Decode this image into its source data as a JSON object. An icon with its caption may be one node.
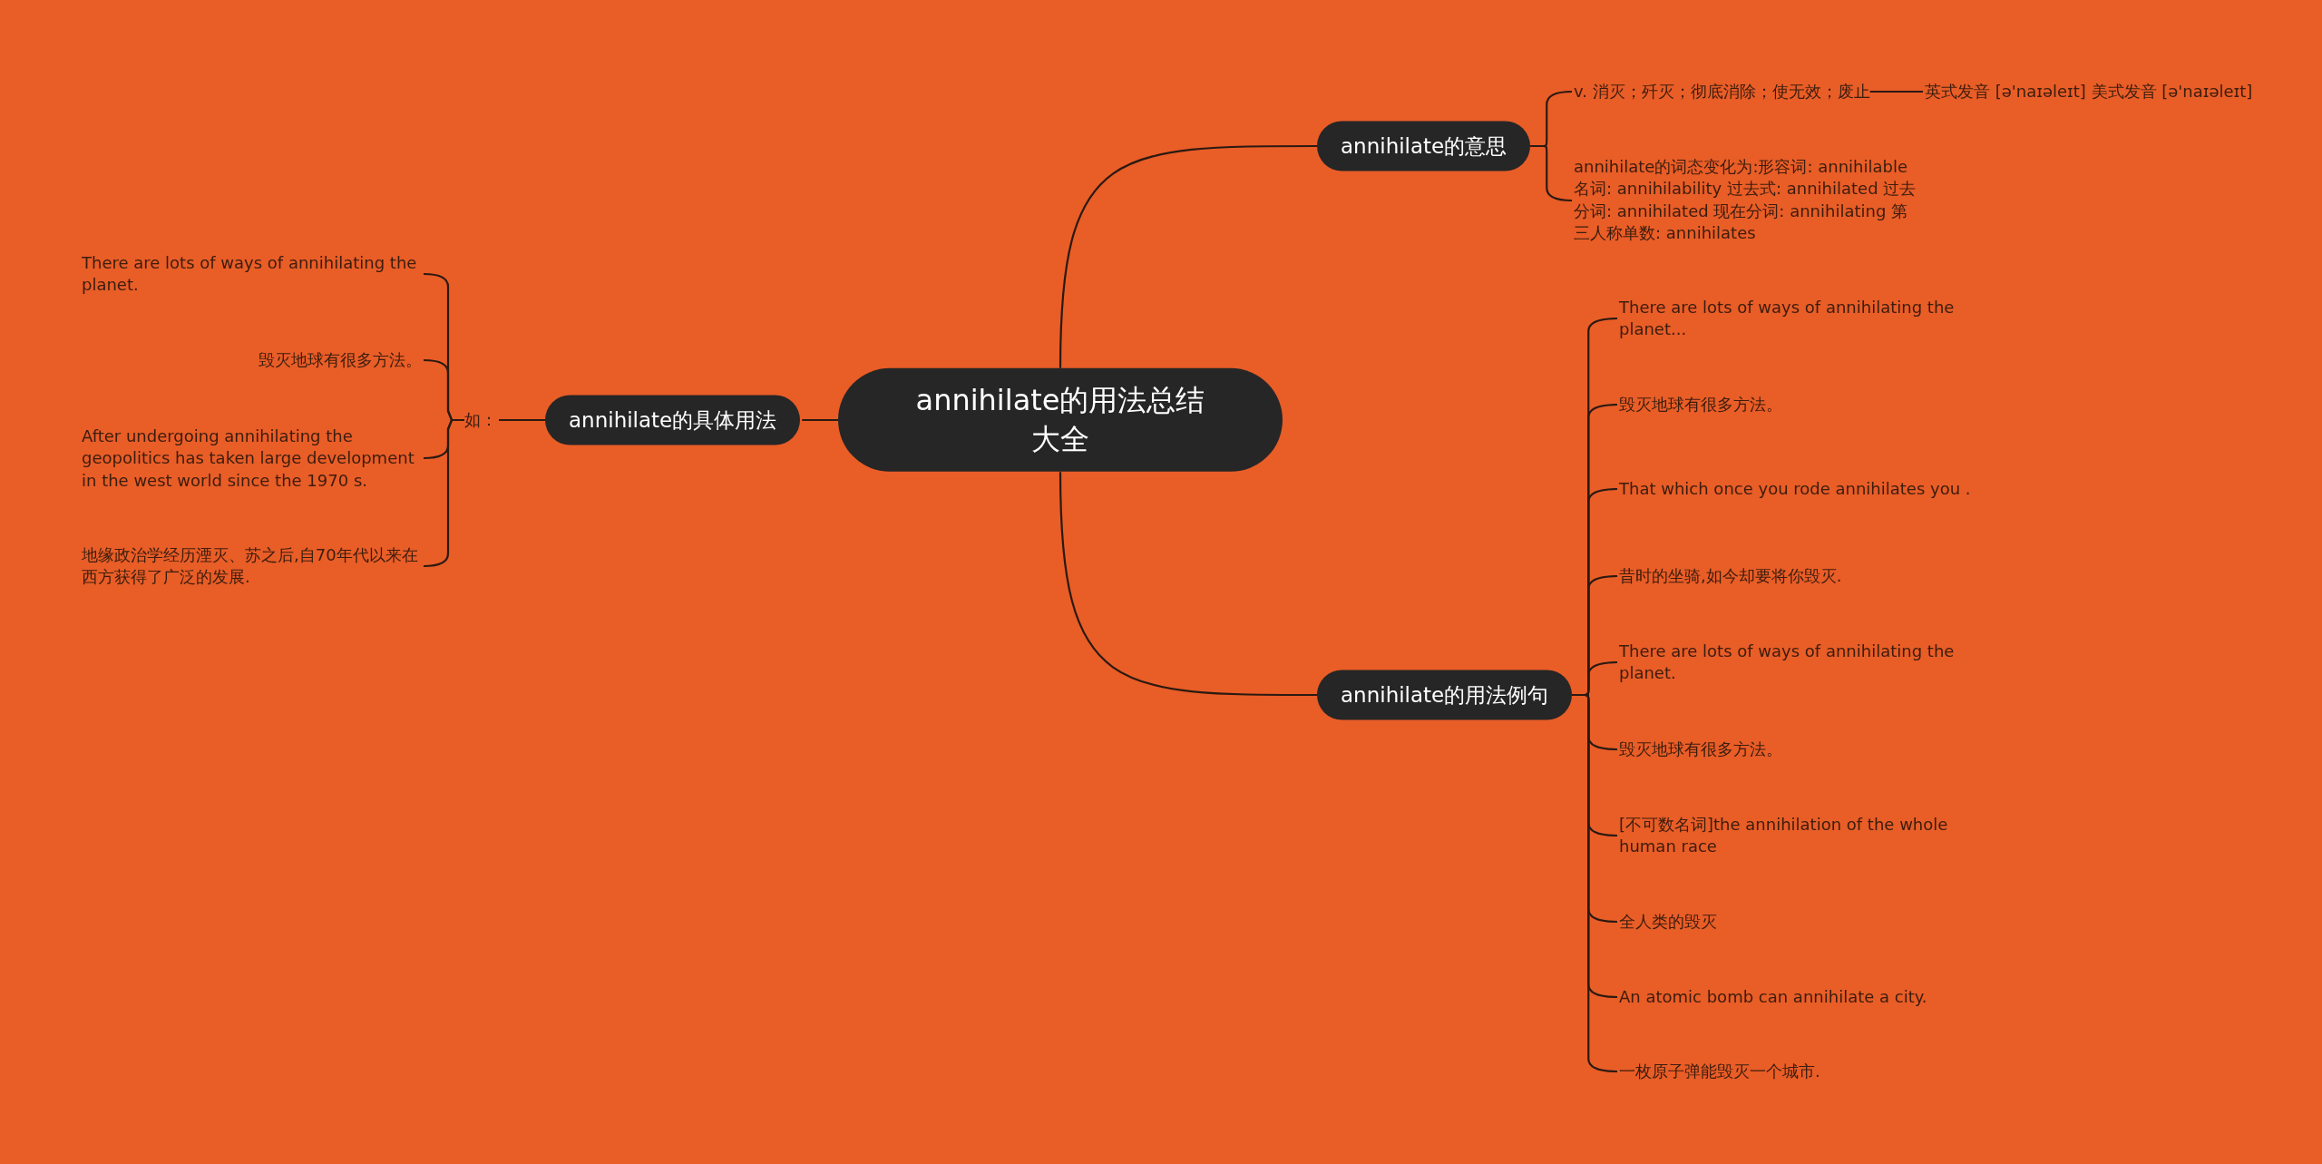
{
  "diagram": {
    "nodes": [
      {
        "text": [
          "annihilate的用法总结大全"
        ]
      },
      {
        "text": [
          "annihilate的意思"
        ]
      },
      {
        "text": [
          "v. 消灭；歼灭；彻底消除；使无效；废止"
        ]
      },
      {
        "text": [
          "英式发音 [ə'naɪəleɪt] 美式发音 [ə'naɪəleɪt]"
        ]
      },
      {
        "text": [
          "annihilate的词态变化为:形容词: annihilable 名词: annihilability 过去式: annihilated 过去分词: annihilated 现在分词: annihilating 第三人称单数: annihilates"
        ]
      },
      {
        "text": [
          "annihilate的用法例句"
        ]
      },
      {
        "text": [
          "There are lots of ways of annihilating the planet..."
        ]
      },
      {
        "text": [
          "毁灭地球有很多方法。"
        ]
      },
      {
        "text": [
          "That which once you rode annihilates you ."
        ]
      },
      {
        "text": [
          "昔时的坐骑,如今却要将你毁灭."
        ]
      },
      {
        "text": [
          "There are lots of ways of annihilating the planet."
        ]
      },
      {
        "text": [
          "毁灭地球有很多方法。"
        ]
      },
      {
        "text": [
          "[不可数名词]the annihilation of the whole human race"
        ]
      },
      {
        "text": [
          "全人类的毁灭"
        ]
      },
      {
        "text": [
          "An atomic bomb can annihilate a city."
        ]
      },
      {
        "text": [
          "一枚原子弹能毁灭一个城市."
        ]
      },
      {
        "text": [
          "annihilate的具体用法"
        ]
      },
      {
        "text": [
          "如："
        ]
      },
      {
        "text": [
          "There are lots of ways of annihilating the planet."
        ]
      },
      {
        "text": [
          "毁灭地球有很多方法。"
        ]
      },
      {
        "text": [
          "After undergoing annihilating the geopolitics has taken large development in the west world since the 1970 s."
        ]
      },
      {
        "text": [
          "地缘政治学经历湮灭、苏之后,自70年代以来在西方获得了广泛的发展."
        ]
      }
    ],
    "edges": [
      {
        "from": 0,
        "to": 1,
        "arrow": "none"
      },
      {
        "from": 1,
        "to": 2,
        "arrow": "none"
      },
      {
        "from": 2,
        "to": 3,
        "arrow": "none"
      },
      {
        "from": 1,
        "to": 4,
        "arrow": "none"
      },
      {
        "from": 0,
        "to": 5,
        "arrow": "none"
      },
      {
        "from": 5,
        "to": 6,
        "arrow": "none"
      },
      {
        "from": 5,
        "to": 7,
        "arrow": "none"
      },
      {
        "from": 5,
        "to": 8,
        "arrow": "none"
      },
      {
        "from": 5,
        "to": 9,
        "arrow": "none"
      },
      {
        "from": 5,
        "to": 10,
        "arrow": "none"
      },
      {
        "from": 5,
        "to": 11,
        "arrow": "none"
      },
      {
        "from": 5,
        "to": 12,
        "arrow": "none"
      },
      {
        "from": 5,
        "to": 13,
        "arrow": "none"
      },
      {
        "from": 5,
        "to": 14,
        "arrow": "none"
      },
      {
        "from": 5,
        "to": 15,
        "arrow": "none"
      },
      {
        "from": 0,
        "to": 16,
        "arrow": "none"
      },
      {
        "from": 16,
        "to": 17,
        "arrow": "none"
      },
      {
        "from": 17,
        "to": 18,
        "arrow": "none"
      },
      {
        "from": 17,
        "to": 19,
        "arrow": "none"
      },
      {
        "from": 17,
        "to": 20,
        "arrow": "none"
      },
      {
        "from": 17,
        "to": 21,
        "arrow": "none"
      }
    ]
  }
}
